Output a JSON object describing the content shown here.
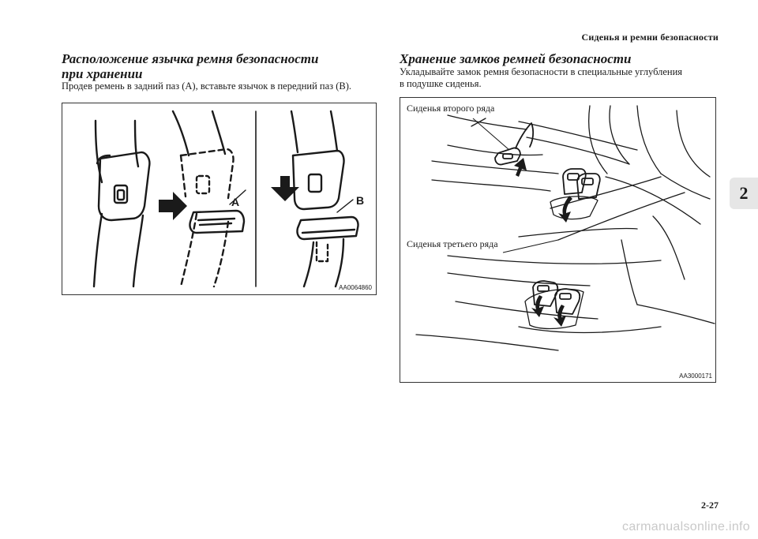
{
  "header": {
    "title": "Сиденья и ремни безопасности"
  },
  "chapter_tab": "2",
  "left_section": {
    "title_line1": "Расположение язычка ремня безопасности",
    "title_line2": "при хранении",
    "body": "Продев ремень в задний паз (А), вставьте язычок в передний паз (B).",
    "figure": {
      "label_a": "A",
      "label_b": "B",
      "code": "AA0064860"
    }
  },
  "right_section": {
    "title": "Хранение замков ремней безопасности",
    "body_line1": "Укладывайте замок ремня безопасности в специальные углубления",
    "body_line2": "в подушке сиденья.",
    "figure": {
      "callout_second_row": "Сиденья второго ряда",
      "callout_third_row": "Сиденья третьего ряда",
      "code": "AA3000171"
    }
  },
  "page_number": "2-27",
  "watermark": "carmanualsonline.info"
}
